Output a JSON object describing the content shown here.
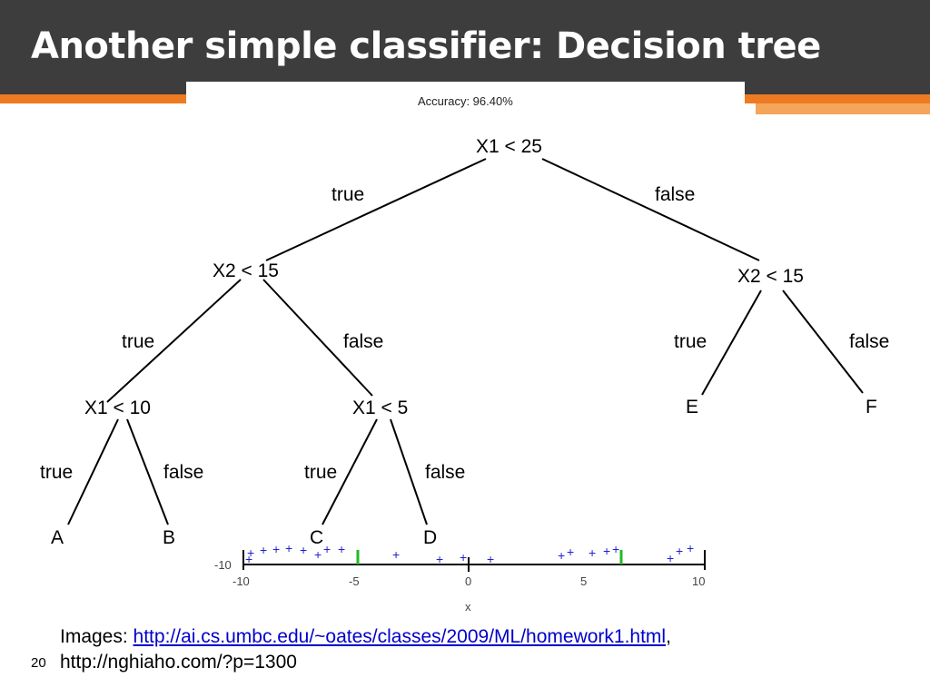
{
  "slide": {
    "title": "Another simple classifier: Decision tree",
    "number": "20"
  },
  "figure": {
    "accuracy": "Accuracy: 96.40%",
    "nodes": {
      "root": "X1 < 25",
      "left": "X2 < 15",
      "right": "X2 < 15",
      "left_left": "X1 < 10",
      "left_right": "X1 < 5",
      "leaf_a": "A",
      "leaf_b": "B",
      "leaf_c": "C",
      "leaf_d": "D",
      "leaf_e": "E",
      "leaf_f": "F"
    },
    "edges": {
      "true_label": "true",
      "false_label": "false"
    },
    "background_plot": {
      "y_tick": "-10",
      "x_ticks": [
        "-10",
        "-5",
        "0",
        "5",
        "10"
      ],
      "x_label": "x",
      "marker": "+"
    }
  },
  "caption": {
    "prefix": "Images: ",
    "link_text": "http://ai.cs.umbc.edu/~oates/classes/2009/ML/homework1.html",
    "suffix": ",",
    "line2": "http://nghiaho.com/?p=1300"
  },
  "colors": {
    "header_bg": "#3d3d3d",
    "accent_orange": "#ee7b21",
    "link": "#0000cc",
    "plot_points": "#2222cc",
    "plot_green": "#22bb22"
  }
}
